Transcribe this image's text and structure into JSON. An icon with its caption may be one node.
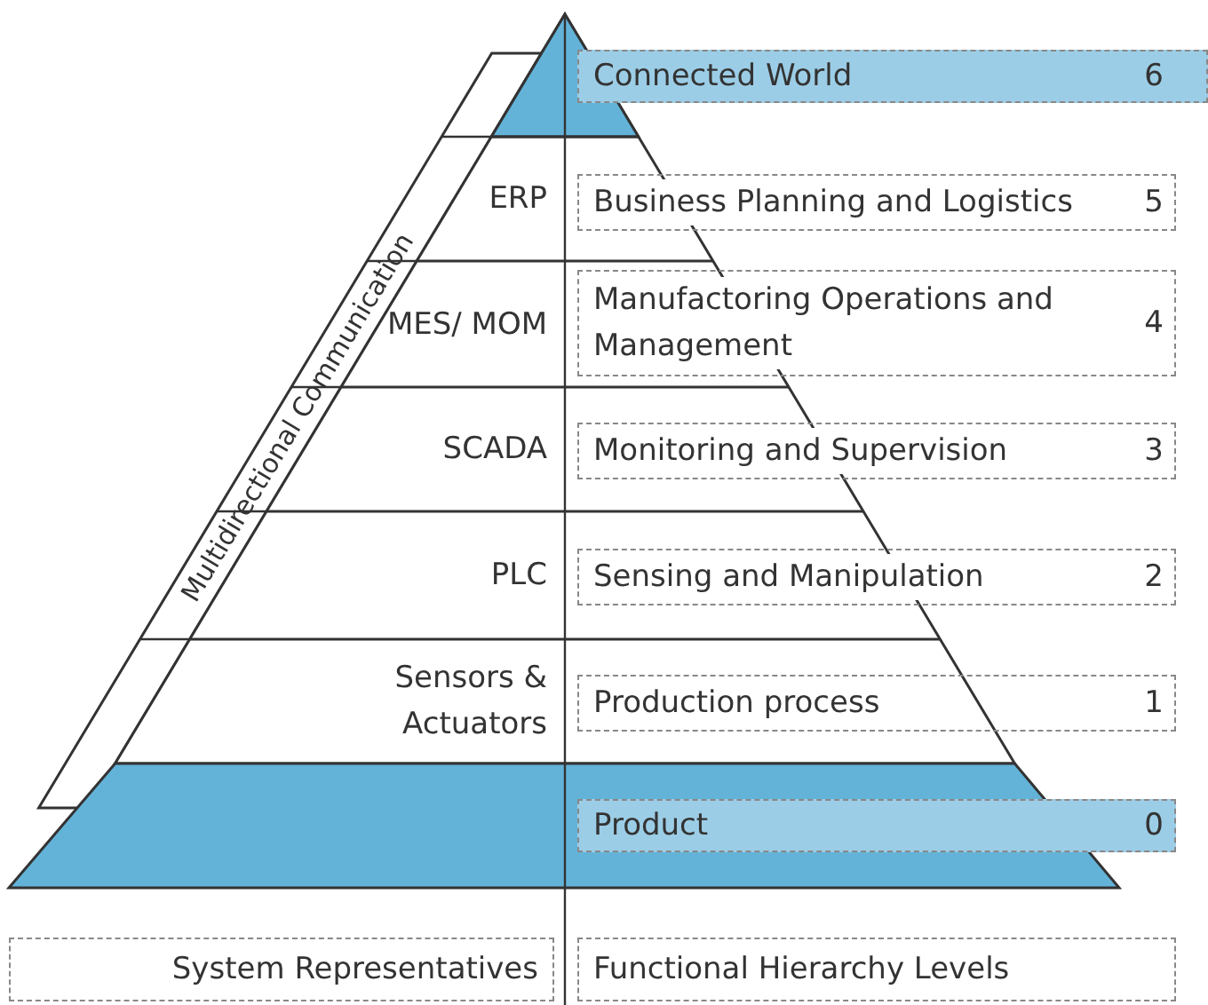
{
  "diagram": {
    "nodes": [
      {
        "text": [
          "Connected World",
          "6"
        ]
      },
      {
        "text": [
          "ERP",
          "Business Planning and Logistics",
          "5"
        ]
      },
      {
        "text": [
          "MES/ MOM",
          "Manufactoring Operations and Management",
          "4"
        ]
      },
      {
        "text": [
          "SCADA",
          "Monitoring and Supervision",
          "3"
        ]
      },
      {
        "text": [
          "PLC",
          "Sensing and Manipulation",
          "2"
        ]
      },
      {
        "text": [
          "Sensors & Actuators",
          "Production process",
          "1"
        ]
      },
      {
        "text": [
          "Product",
          "0"
        ]
      },
      {
        "text": [
          "Multidirectional Communication"
        ]
      },
      {
        "text": [
          "System Representatives"
        ]
      },
      {
        "text": [
          "Functional Hierarchy Levels"
        ]
      }
    ]
  }
}
